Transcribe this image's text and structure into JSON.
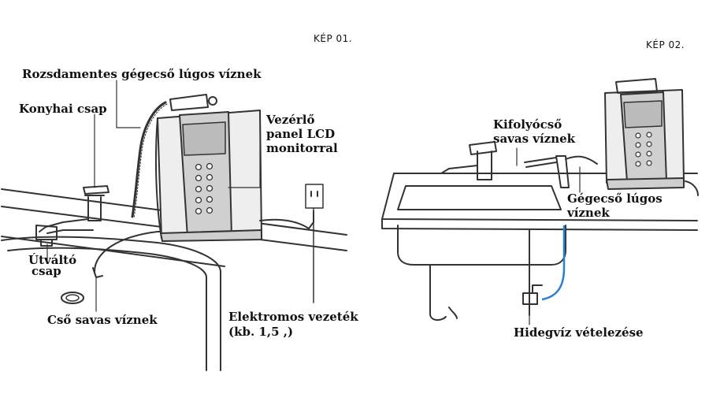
{
  "figures": {
    "fig1_title": "KÉP 01.",
    "fig2_title": "KÉP 02."
  },
  "labels": {
    "stainless_hose": "Rozsdamentes gégecső lúgos víznek",
    "kitchen_tap": "Konyhai csap",
    "control_panel": [
      "Vezérlő",
      "panel LCD",
      "monitorral"
    ],
    "diverter_tap": [
      "Útváltó",
      "csap"
    ],
    "acid_pipe": "Cső savas víznek",
    "power_cord": [
      "Elektromos vezeték",
      "(kb. 1,5 ,)"
    ],
    "spout_acid": [
      "Kifolyócső",
      "savas víznek"
    ],
    "hose_alkaline": [
      "Gégecső lúgos",
      "víznek"
    ],
    "cold_water": "Hidegvíz  vételezése"
  },
  "colors": {
    "line": "#333333",
    "machine_body": "#e6e6e6",
    "panel": "#c8c8c8",
    "blue_hose": "#2a7fd0"
  }
}
